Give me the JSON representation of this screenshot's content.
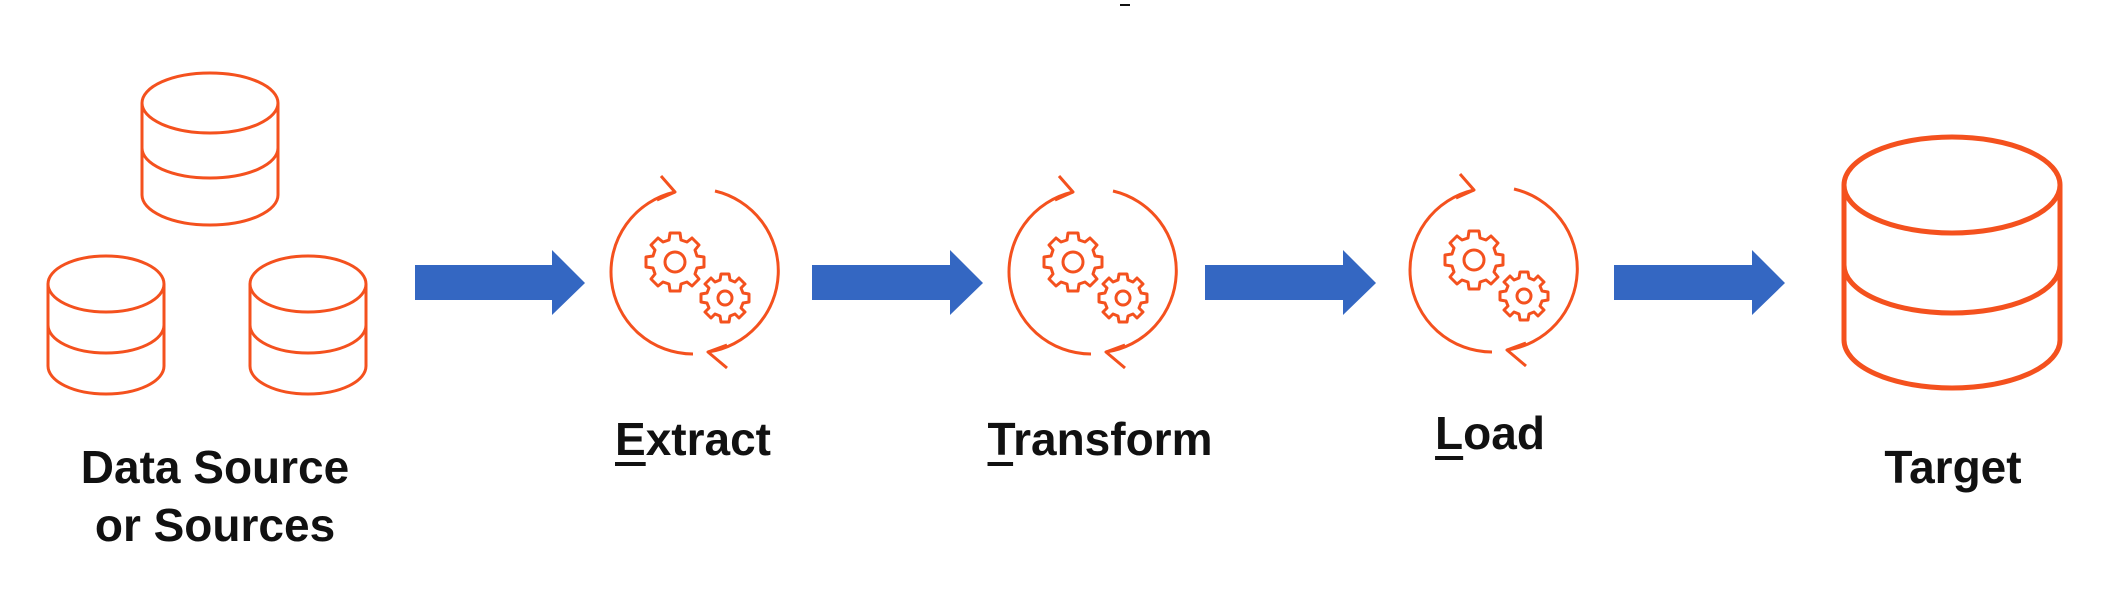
{
  "colors": {
    "icon_stroke": "#F4511E",
    "arrow_fill": "#3467C2",
    "text": "#111111",
    "background": "#FFFFFF"
  },
  "icons": {
    "source": "database-icon",
    "process": "gear-cycle-icon",
    "target": "database-icon"
  },
  "stages": {
    "source": {
      "line1": "Data Source",
      "line2": "or Sources"
    },
    "extract": {
      "first": "E",
      "rest": "xtract"
    },
    "transform": {
      "first": "T",
      "rest": "ransform"
    },
    "load": {
      "first": "L",
      "rest": "oad"
    },
    "target": {
      "label": "Target"
    }
  }
}
